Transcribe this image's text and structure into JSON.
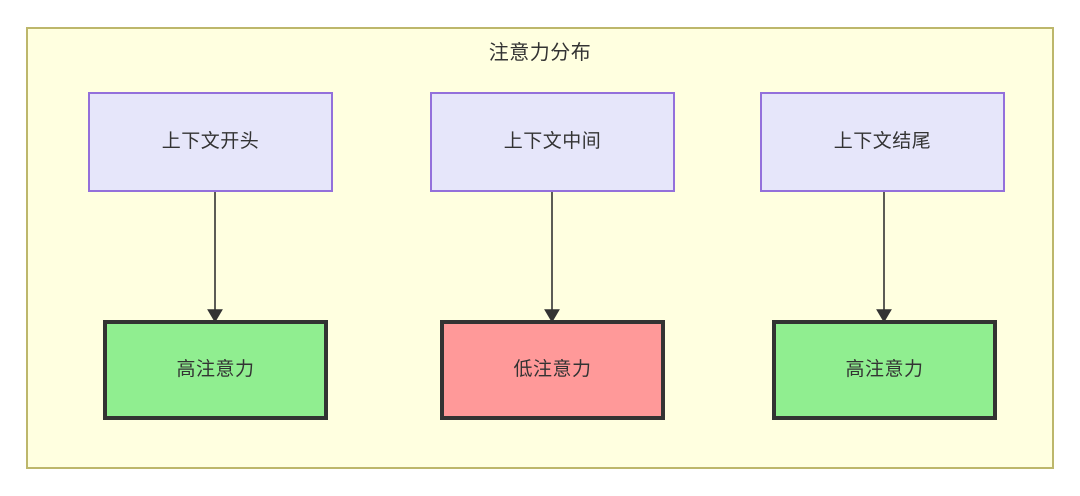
{
  "diagram": {
    "title": "注意力分布",
    "type": "flowchart",
    "direction": "top-down",
    "container": {
      "fill": "#ffffe0",
      "border": "#bdb76b"
    },
    "nodes": [
      {
        "id": "ctx-start",
        "label": "上下文开头",
        "row": "context",
        "fill": "#e6e6fa",
        "border": "#9370db"
      },
      {
        "id": "ctx-middle",
        "label": "上下文中间",
        "row": "context",
        "fill": "#e6e6fa",
        "border": "#9370db"
      },
      {
        "id": "ctx-end",
        "label": "上下文结尾",
        "row": "context",
        "fill": "#e6e6fa",
        "border": "#9370db"
      },
      {
        "id": "attn-high-1",
        "label": "高注意力",
        "row": "attention",
        "fill": "#90ee90",
        "border": "#333333"
      },
      {
        "id": "attn-low",
        "label": "低注意力",
        "row": "attention",
        "fill": "#ff9999",
        "border": "#333333"
      },
      {
        "id": "attn-high-2",
        "label": "高注意力",
        "row": "attention",
        "fill": "#90ee90",
        "border": "#333333"
      }
    ],
    "edges": [
      {
        "from": "ctx-start",
        "to": "attn-high-1",
        "arrow": "triangle",
        "color": "#333333"
      },
      {
        "from": "ctx-middle",
        "to": "attn-low",
        "arrow": "triangle",
        "color": "#333333"
      },
      {
        "from": "ctx-end",
        "to": "attn-high-2",
        "arrow": "triangle",
        "color": "#333333"
      }
    ]
  }
}
